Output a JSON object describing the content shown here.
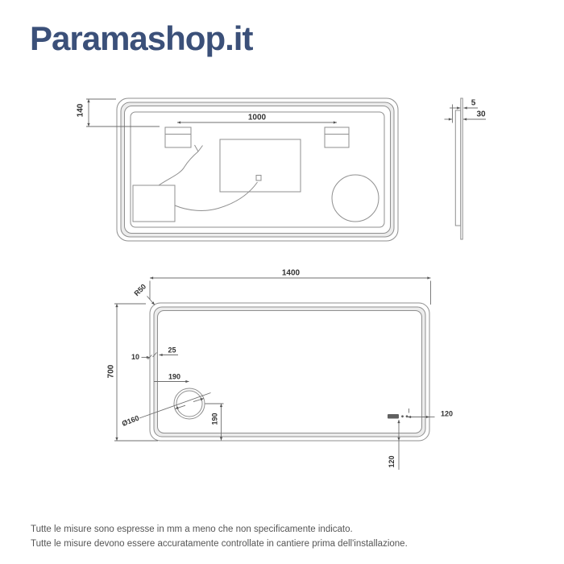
{
  "logo": {
    "text": "Paramashop.it",
    "color": "#3b5079"
  },
  "back_view": {
    "description": "rear view of LED mirror with mounting brackets, driver box and wiring",
    "dim_top_offset": "140",
    "dim_bracket_spacing": "1000"
  },
  "side_view": {
    "description": "side profile of mirror",
    "dim_glass_thickness": "5",
    "dim_frame_depth": "30"
  },
  "front_view": {
    "description": "front view of mirror with magnifier and touch sensor",
    "dim_width": "1400",
    "dim_height": "700",
    "dim_corner_radius": "R50",
    "dim_frame_border": "10",
    "dim_led_inset": "25",
    "dim_magnifier_from_left": "190",
    "dim_magnifier_from_bottom": "190",
    "dim_magnifier_diameter": "Ø160",
    "dim_sensor_from_right": "120",
    "dim_sensor_from_bottom": "120"
  },
  "footer": {
    "line1": "Tutte le misure sono espresse in mm a meno che non specificamente indicato.",
    "line2": "Tutte le misure devono essere accuratamente controllate in cantiere prima dell'installazione."
  },
  "colors": {
    "logo": "#3b5079",
    "drawing_line": "#8f8f8f",
    "dimension_line": "#6f6f6f",
    "dimension_text": "#333333",
    "footer_text": "#555555",
    "led_band": "#ececec"
  }
}
